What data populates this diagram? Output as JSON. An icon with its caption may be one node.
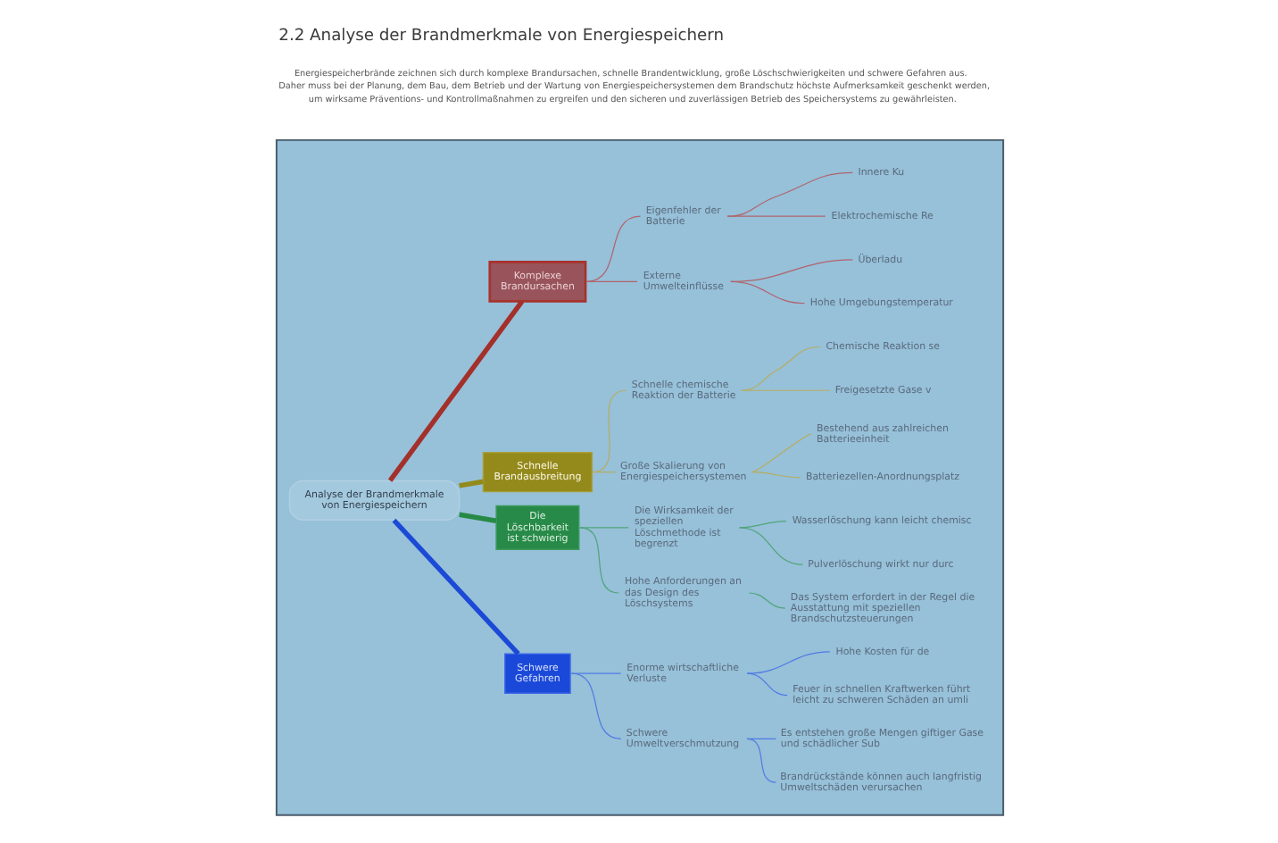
{
  "diagram": {
    "title": "2.2 Analyse der Brandmerkmale von Energiespeichern",
    "caption": "Energiespeicherbrände zeichnen sich durch komplexe Brandursachen, schnelle Brandentwicklung, große Löschschwierigkeiten und schwere Gefahren aus. Daher muss bei der Planung, dem Bau, dem Betrieb und der Wartung von Energiespeichersystemen dem Brandschutz höchste Aufmerksamkeit geschenkt werden, um wirksame Präventions- und Kontrollmaßnahmen zu ergreifen und den sicheren und zuverlässigen Betrieb des Speichersystems zu gewährleisten.",
    "nodes": [
      {
        "text": [],
        "shape": "box"
      },
      {
        "text": [
          "Analyse der Brandmerkmale von Energiespeichern"
        ],
        "in": 0
      },
      {
        "text": [
          "Komplexe Brandursachen"
        ],
        "in": 0
      },
      {
        "text": [
          "Eigenfehler der Batterie"
        ],
        "in": 0
      },
      {
        "text": [
          "Innere Ku"
        ],
        "in": 0
      },
      {
        "text": [
          "Elektrochemische Re"
        ],
        "in": 0
      },
      {
        "text": [
          "Externe Umwelteinflüsse"
        ],
        "in": 0
      },
      {
        "text": [
          "Überladu"
        ],
        "in": 0
      },
      {
        "text": [
          "Hohe Umgebungstemperatur"
        ],
        "in": 0
      },
      {
        "text": [
          "Schnelle Brandausbreitung"
        ],
        "in": 0
      },
      {
        "text": [
          "Schnelle chemische Reaktion der Batterie"
        ],
        "in": 0
      },
      {
        "text": [
          "Chemische Reaktion se"
        ],
        "in": 0
      },
      {
        "text": [
          "Freigesetzte Gase v"
        ],
        "in": 0
      },
      {
        "text": [
          "Große Skalierung von Energiespeichersystemen"
        ],
        "in": 0
      },
      {
        "text": [
          "Bestehend aus zahlreichen Batterieeinheit"
        ],
        "in": 0
      },
      {
        "text": [
          "Batteriezellen-Anordnungsplatz"
        ],
        "in": 0
      },
      {
        "text": [
          "Die Löschbarkeit ist schwierig"
        ],
        "in": 0
      },
      {
        "text": [
          "Die Wirksamkeit der speziellen Löschmethode ist begrenzt"
        ],
        "in": 0
      },
      {
        "text": [
          "Wasserlöschung kann leicht chemisc"
        ],
        "in": 0
      },
      {
        "text": [
          "Pulverlöschung wirkt nur durc"
        ],
        "in": 0
      },
      {
        "text": [
          "Hohe Anforderungen an das Design des Löschsystems"
        ],
        "in": 0
      },
      {
        "text": [
          "Das System erfordert in der Regel die Ausstattung mit speziellen Brandschutzsteuerungen"
        ],
        "in": 0
      },
      {
        "text": [
          "Schwere Gefahren"
        ],
        "in": 0
      },
      {
        "text": [
          "Enorme wirtschaftliche Verluste"
        ],
        "in": 0
      },
      {
        "text": [
          "Hohe Kosten für de"
        ],
        "in": 0
      },
      {
        "text": [
          "Feuer in schnellen Kraftwerken führt leicht zu schweren Schäden an umli"
        ],
        "in": 0
      },
      {
        "text": [
          "Schwere Umweltverschmutzung"
        ],
        "in": 0
      },
      {
        "text": [
          "Es entstehen große Mengen giftiger Gase und schädlicher Sub"
        ],
        "in": 0
      },
      {
        "text": [
          "Brandrückstände können auch langfristig Umweltschäden verursachen"
        ],
        "in": 0
      }
    ],
    "edges": [
      {
        "from": 1,
        "to": 22,
        "arrow": "none",
        "style": "thick",
        "color": "#1c4ad6"
      },
      {
        "from": 1,
        "to": 16,
        "arrow": "none",
        "style": "thick",
        "color": "#268a46"
      },
      {
        "from": 1,
        "to": 9,
        "arrow": "none",
        "style": "thick",
        "color": "#938a1c"
      },
      {
        "from": 1,
        "to": 2,
        "arrow": "none",
        "style": "thick",
        "color": "#a3302a"
      },
      {
        "from": 26,
        "to": 28,
        "arrow": "none",
        "color": "#4f7be3"
      },
      {
        "from": 26,
        "to": 27,
        "arrow": "none",
        "color": "#4f7be3"
      },
      {
        "from": 23,
        "to": 25,
        "arrow": "none",
        "color": "#4f7be3"
      },
      {
        "from": 23,
        "to": 24,
        "arrow": "none",
        "color": "#4f7be3"
      },
      {
        "from": 22,
        "to": 26,
        "arrow": "none",
        "color": "#4f7be3"
      },
      {
        "from": 22,
        "to": 23,
        "arrow": "none",
        "color": "#4f7be3"
      },
      {
        "from": 20,
        "to": 21,
        "arrow": "none",
        "color": "#4fa57a"
      },
      {
        "from": 17,
        "to": 19,
        "arrow": "none",
        "color": "#4fa57a"
      },
      {
        "from": 17,
        "to": 18,
        "arrow": "none",
        "color": "#4fa57a"
      },
      {
        "from": 16,
        "to": 20,
        "arrow": "none",
        "color": "#4fa57a"
      },
      {
        "from": 16,
        "to": 17,
        "arrow": "none",
        "color": "#4fa57a"
      },
      {
        "from": 13,
        "to": 15,
        "arrow": "none",
        "color": "#b5ae5e"
      },
      {
        "from": 13,
        "to": 14,
        "arrow": "none",
        "color": "#b5ae5e"
      },
      {
        "from": 10,
        "to": 12,
        "arrow": "none",
        "color": "#b5ae5e"
      },
      {
        "from": 10,
        "to": 11,
        "arrow": "none",
        "color": "#b5ae5e"
      },
      {
        "from": 9,
        "to": 13,
        "arrow": "none",
        "color": "#b5ae5e"
      },
      {
        "from": 9,
        "to": 10,
        "arrow": "none",
        "color": "#b5ae5e"
      },
      {
        "from": 6,
        "to": 8,
        "arrow": "none",
        "color": "#b0646c"
      },
      {
        "from": 6,
        "to": 7,
        "arrow": "none",
        "color": "#b0646c"
      },
      {
        "from": 3,
        "to": 5,
        "arrow": "none",
        "color": "#b0646c"
      },
      {
        "from": 3,
        "to": 4,
        "arrow": "none",
        "color": "#b0646c"
      },
      {
        "from": 2,
        "to": 6,
        "arrow": "none",
        "color": "#b0646c"
      },
      {
        "from": 2,
        "to": 3,
        "arrow": "none",
        "color": "#b0646c"
      }
    ]
  }
}
